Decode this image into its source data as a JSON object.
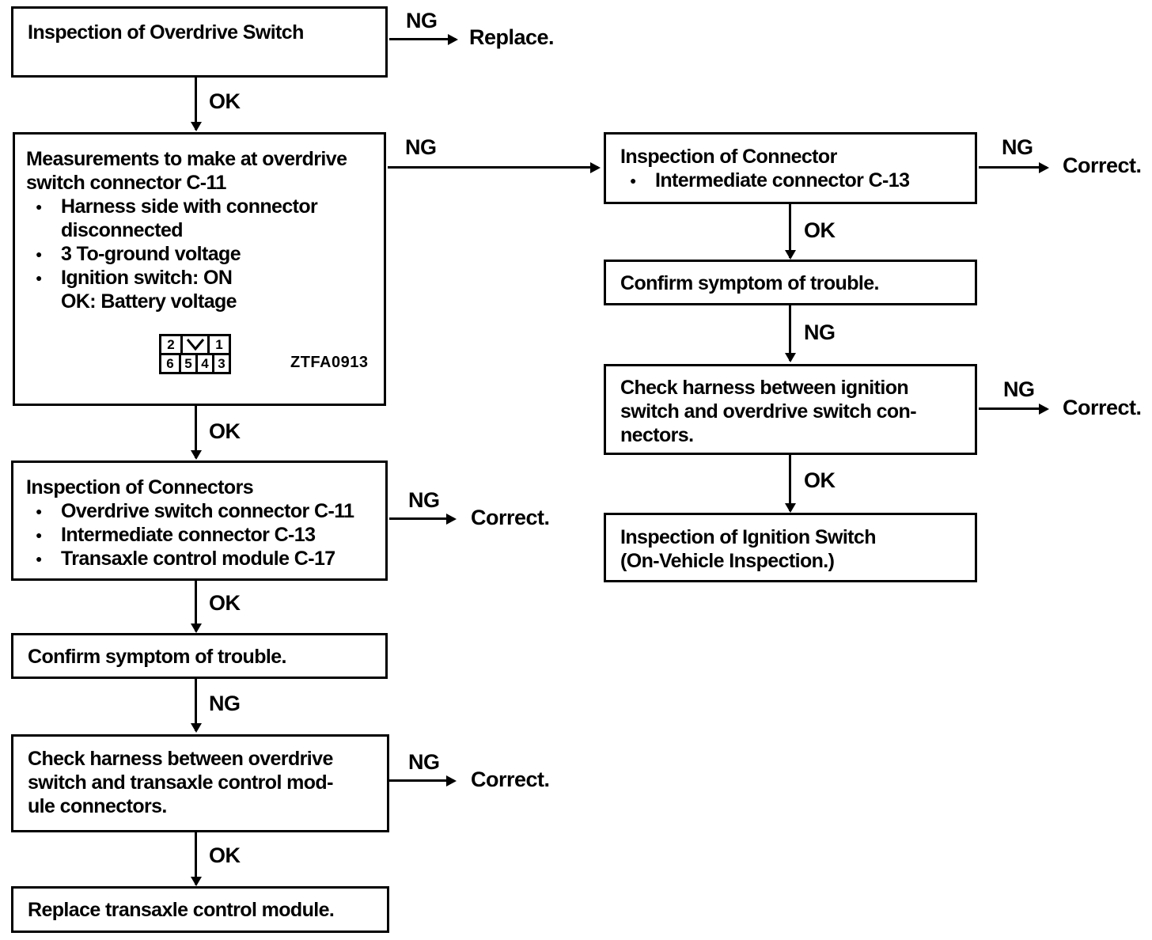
{
  "glyphs": {
    "bullet": "●"
  },
  "labels": {
    "ok": "OK",
    "ng": "NG"
  },
  "outcomes": {
    "replace": "Replace.",
    "correct": "Correct."
  },
  "flow": {
    "inspect_overdrive_switch": {
      "title": "Inspection of Overdrive Switch"
    },
    "measurements": {
      "title": "Measurements to make at overdrive\nswitch connector C-11",
      "bullets": [
        "Harness side with connector\ndisconnected",
        "3 To-ground voltage",
        "Ignition switch: ON\nOK: Battery voltage"
      ],
      "connector": {
        "top_pins": [
          "2",
          "1"
        ],
        "bottom_pins": [
          "6",
          "5",
          "4",
          "3"
        ]
      },
      "figure_code": "ZTFA0913"
    },
    "inspect_connectors": {
      "title": "Inspection of Connectors",
      "bullets": [
        "Overdrive switch connector C-11",
        "Intermediate connector C-13",
        "Transaxle control module C-17"
      ]
    },
    "confirm_symptom_left": {
      "title": "Confirm symptom of trouble."
    },
    "check_harness_left": {
      "title": "Check harness between overdrive\nswitch and transaxle control mod-\nule connectors."
    },
    "replace_tcm": {
      "title": "Replace transaxle control module."
    },
    "inspect_connector_right": {
      "title": "Inspection of Connector",
      "bullets": [
        "Intermediate connector C-13"
      ]
    },
    "confirm_symptom_right": {
      "title": "Confirm symptom of trouble."
    },
    "check_harness_right": {
      "title": "Check harness between ignition\nswitch and overdrive switch con-\nnectors."
    },
    "inspect_ignition_switch": {
      "title": "Inspection of Ignition Switch\n(On-Vehicle Inspection.)"
    }
  }
}
